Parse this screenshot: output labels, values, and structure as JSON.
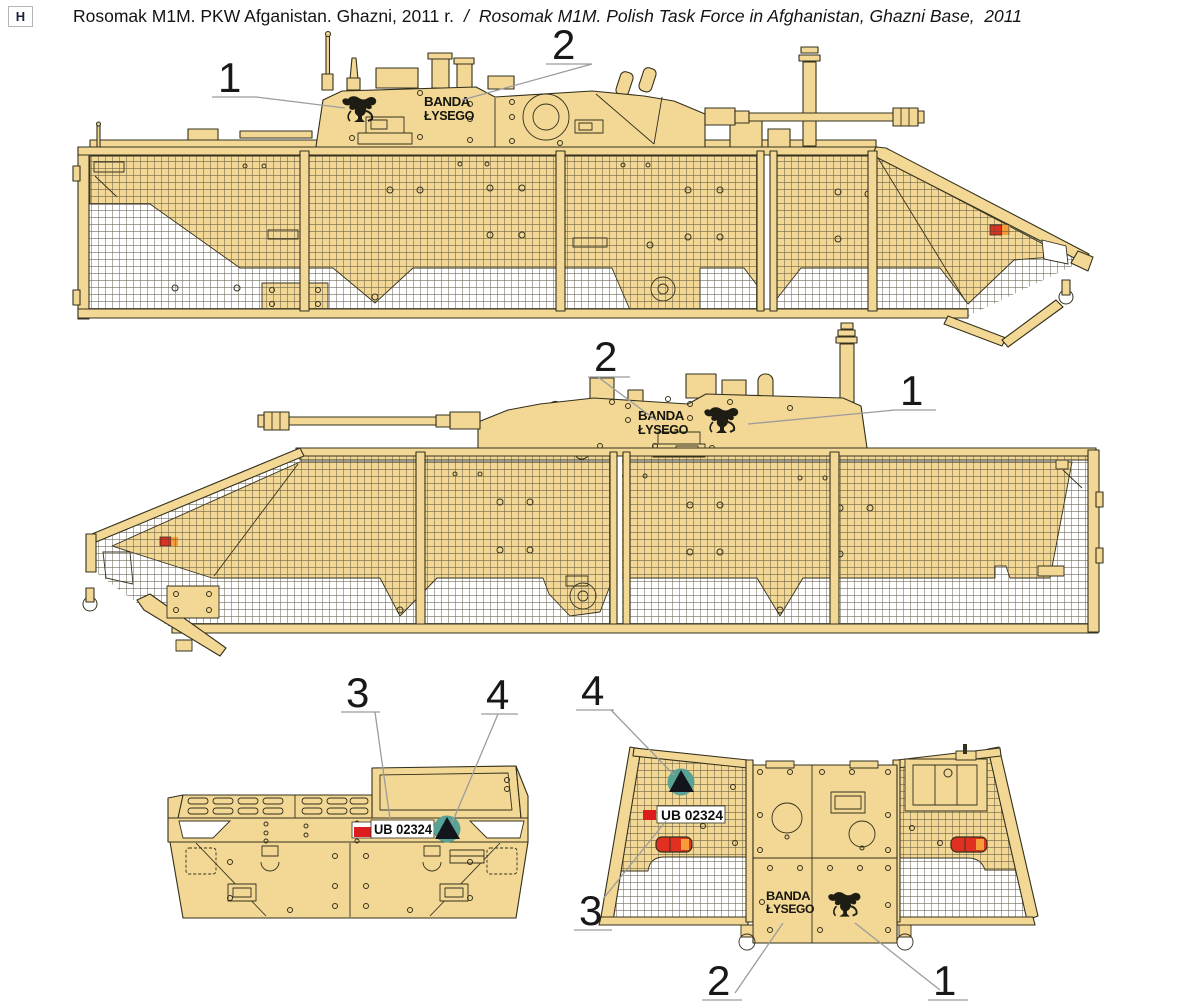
{
  "header": {
    "logo": "H",
    "title_pl": "Rosomak M1M. PKW Afganistan. Ghazni, 2011 r.",
    "separator": "/",
    "title_en": "Rosomak M1M. Polish Task Force in Afghanistan, Ghazni Base,  2011"
  },
  "markings": {
    "unit_line1": "BANDA",
    "unit_line2": "ŁYSEGO",
    "plate": "UB 02324",
    "emblem_icon": "scorpion-emblem",
    "convoy_marker_icon": "black-triangle-on-teal-circle",
    "flag_icon": "polish-red-flag-block"
  },
  "callouts": {
    "c1": "1",
    "c2": "2",
    "c3": "3",
    "c4": "4"
  },
  "colors": {
    "body": "#f3d795",
    "outline": "#33301d",
    "mesh": "#4c4734",
    "convoy_teal": "#57a295",
    "flag_red": "#dd1d1d",
    "tail_red": "#e03022",
    "tail_amber": "#f59d38",
    "leader_gray": "#9c9c9c"
  }
}
